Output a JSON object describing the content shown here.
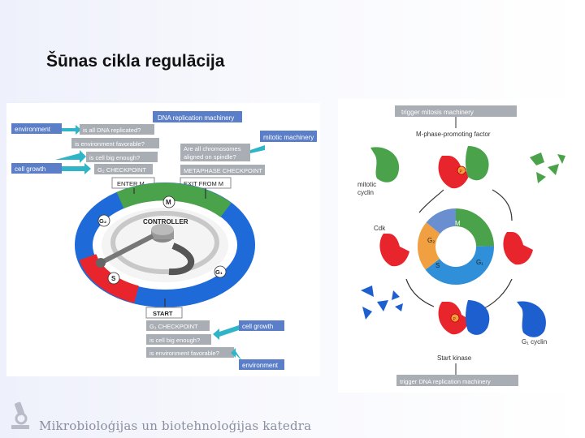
{
  "slide": {
    "title": "Šūnas cikla regulācija",
    "footer": "Mikrobioloģijas un biotehnoloģijas katedra"
  },
  "left_diagram": {
    "dna_machinery": "DNA replication machinery",
    "environment_top": "environment",
    "question_dna": "is all DNA replicated?",
    "question_env_top": "is environment favorable?",
    "question_big_top": "is cell big enough?",
    "cell_growth_top": "cell growth",
    "g2_checkpoint": "G₂ CHECKPOINT",
    "enter_m": "ENTER M",
    "mitotic_machinery": "mitotic machinery",
    "question_chromosomes_1": "Are all chromosomes",
    "question_chromosomes_2": "aligned on spindle?",
    "metaphase_checkpoint": "METAPHASE CHECKPOINT",
    "exit_from_m": "EXIT FROM M",
    "controller": "CONTROLLER",
    "phase_m": "M",
    "phase_g2": "G₂",
    "phase_s": "S",
    "phase_g1": "G₁",
    "start": "START",
    "g1_checkpoint": "G₁ CHECKPOINT",
    "cell_growth_bottom": "cell growth",
    "question_big_bottom": "is cell big enough?",
    "question_env_bottom": "is environment favorable?",
    "environment_bottom": "environment"
  },
  "right_diagram": {
    "trigger_mitosis": "trigger mitosis machinery",
    "mpf": "M-phase-promoting factor",
    "mitotic_cyclin_1": "mitotic",
    "mitotic_cyclin_2": "cyclin",
    "cdk": "Cdk",
    "phase_m": "M",
    "phase_g2": "G₂",
    "phase_s": "S",
    "phase_g1": "G₁",
    "g1_cyclin": "G₁ cyclin",
    "start_kinase": "Start kinase",
    "trigger_dna": "trigger DNA replication machinery",
    "p_label": "P"
  },
  "colors": {
    "blue_box": "#5a7fc8",
    "grey_box": "#a9adb4",
    "red": "#e8252c",
    "green": "#4aa34a",
    "blue": "#1e5fd0",
    "ring_blue": "#2f8fd8",
    "orange": "#f0a040"
  }
}
